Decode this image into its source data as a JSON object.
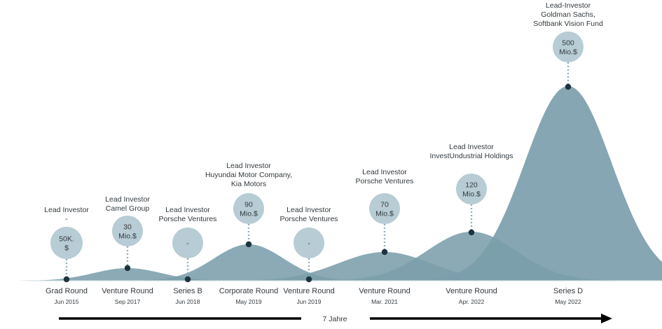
{
  "colors": {
    "wave": "#7b9eab",
    "wave_light": "#a9c2cb",
    "bubble": "#b7ccd4",
    "dot": "#1d3340",
    "stem": "#8fb1bd",
    "text": "#333a3f",
    "arrow": "#000000"
  },
  "rounds": [
    {
      "name": "Grad Round",
      "date": "Jun 2015",
      "investor": [
        "Lead Investor",
        "-"
      ],
      "amount": [
        "50K.",
        "$"
      ],
      "x": 2015.45,
      "peak": 0
    },
    {
      "name": "Venture Round",
      "date": "Sep 2017",
      "investor": [
        "Lead Investor",
        "Camel Group"
      ],
      "amount": [
        "30",
        "Mio.$"
      ],
      "x": 2017.7,
      "peak": 30
    },
    {
      "name": "Series B",
      "date": "Jun 2018",
      "investor": [
        "Lead Investor",
        "Porsche Ventures"
      ],
      "amount": [
        "-"
      ],
      "x": 2018.45,
      "peak": 0
    },
    {
      "name": "Corporate Round",
      "date": "May 2019",
      "investor": [
        "Lead Investor",
        "Huyundai Motor Company,",
        "Kia Motors"
      ],
      "amount": [
        "90",
        "Mio.$"
      ],
      "x": 2019.37,
      "peak": 90
    },
    {
      "name": "Venture Round",
      "date": "Jun 2019",
      "investor": [
        "Lead Investor",
        "Porsche Ventures"
      ],
      "amount": [
        "-"
      ],
      "x": 2019.45,
      "peak": 0
    },
    {
      "name": "Venture Round",
      "date": "Mar. 2021",
      "investor": [
        "Lead Investor",
        "Porsche Ventures"
      ],
      "amount": [
        "70",
        "Mio.$"
      ],
      "x": 2021.2,
      "peak": 70
    },
    {
      "name": "Venture Round",
      "date": "Apr. 2022",
      "investor": [
        "Lead Investor",
        "InvestUndustrial Holdings"
      ],
      "amount": [
        "120",
        "Mio.$"
      ],
      "x": 2022.28,
      "peak": 120
    },
    {
      "name": "Series D",
      "date": "May 2022",
      "investor": [
        "Lead-Investor",
        "Goldman Sachs,",
        "Softbank Vision Fund"
      ],
      "amount": [
        "500",
        "Mio.$"
      ],
      "x": 2022.37,
      "peak": 500
    }
  ],
  "timeline": {
    "label": "7 Jahre"
  }
}
